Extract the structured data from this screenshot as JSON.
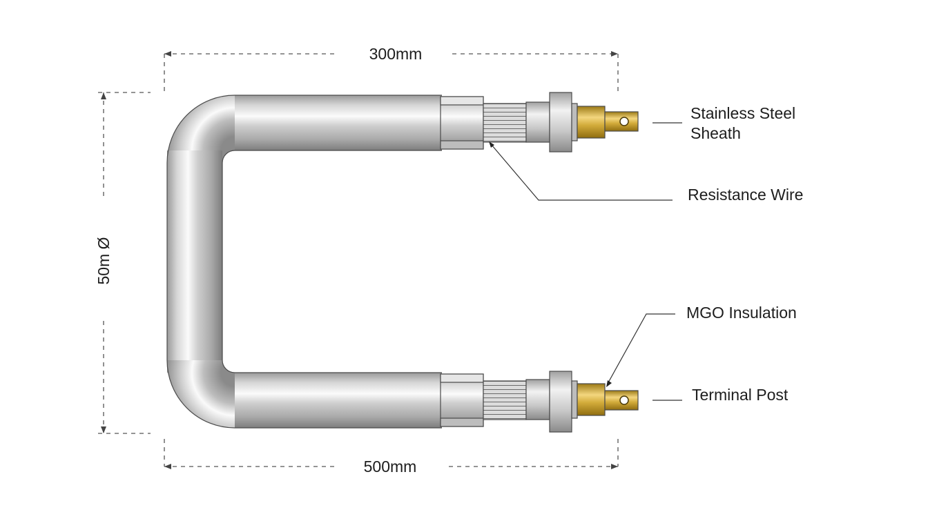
{
  "dimensions": {
    "top_width": "300mm",
    "bottom_width": "500mm",
    "diameter": "50m Ø"
  },
  "labels": {
    "sheath": [
      "Stainless Steel",
      "Sheath"
    ],
    "resistance_wire": "Resistance Wire",
    "insulation": "MGO Insulation",
    "terminal": "Terminal Post"
  },
  "colors": {
    "background": "#ffffff",
    "steel_light": "#f4f4f4",
    "steel_dark": "#8a8a8a",
    "brass_light": "#f0d27a",
    "brass_dark": "#a8821a",
    "line": "#333333"
  }
}
